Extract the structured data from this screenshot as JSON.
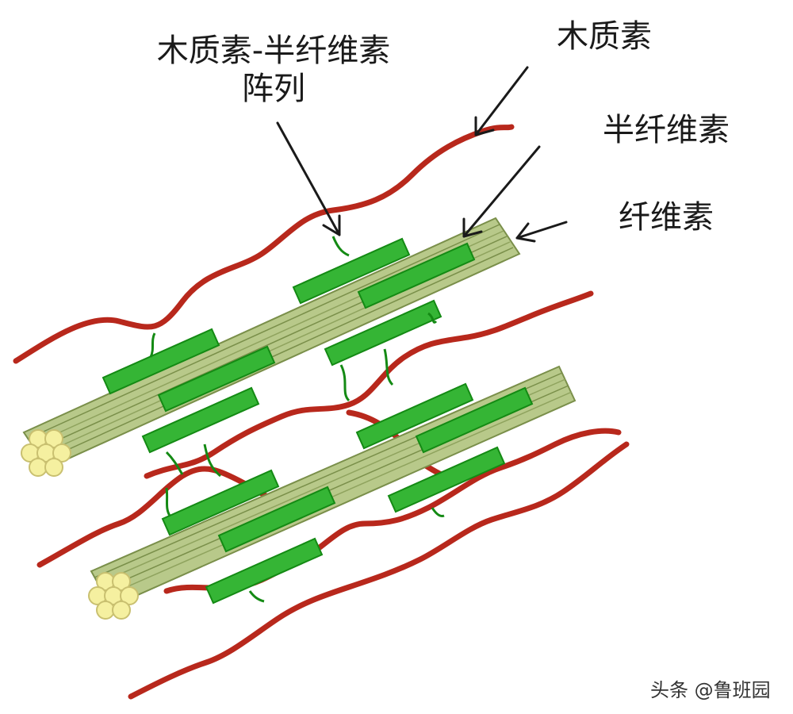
{
  "labels": {
    "array_line1": "木质素-半纤维素",
    "array_line2": "阵列",
    "lignin": "木质素",
    "hemicellulose": "半纤维素",
    "cellulose": "纤维素"
  },
  "watermark": "头条 @鲁班园",
  "colors": {
    "lignin": "#b8281c",
    "hemicellulose_fill": "#35b535",
    "hemicellulose_stroke": "#148a14",
    "cellulose_fill": "#b8c98a",
    "cellulose_stroke": "#7a8f4a",
    "cellulose_end": "#f5f0a0",
    "arrow": "#1a1a1a"
  },
  "icons": {
    "arrow": "arrow-pointer-icon"
  }
}
